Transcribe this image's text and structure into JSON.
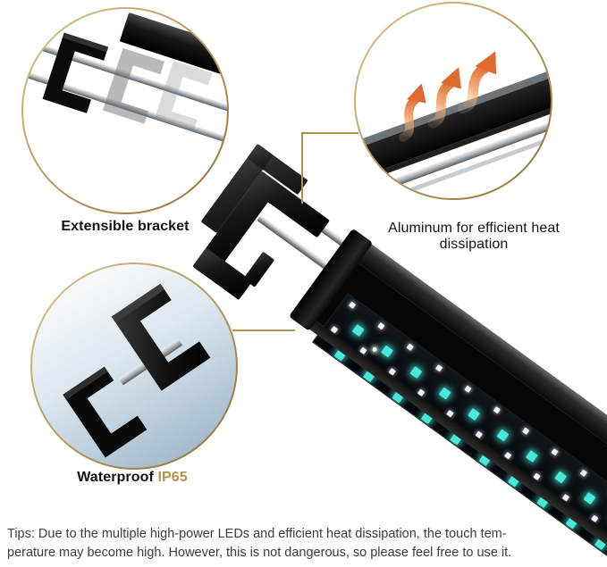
{
  "callouts": {
    "bracket": {
      "label": "Extensible bracket"
    },
    "aluminum": {
      "label": "Aluminum for efficient heat dissipation"
    },
    "waterproof": {
      "label": "Waterproof",
      "rating": "IP65"
    }
  },
  "tips": {
    "line1": "Tips: Due to the multiple high-power LEDs and efficient heat dissipation, the touch tem-",
    "line2": "perature may become high. However, this is not dangerous, so please feel free to use it."
  },
  "colors": {
    "accent_gold": "#b5924c",
    "led_teal": "#49e8d8",
    "led_white": "#eef4ff",
    "heat_orange": "#dd6a30"
  },
  "led_panel": {
    "rows": [
      "white",
      "teal",
      "white",
      "teal"
    ],
    "columns": 11
  }
}
